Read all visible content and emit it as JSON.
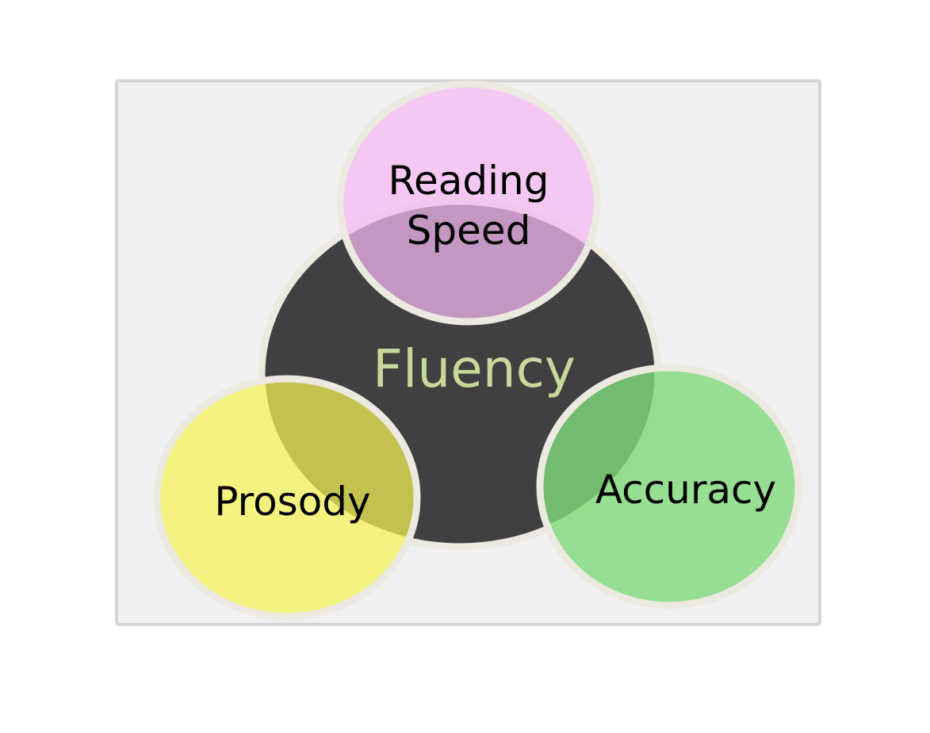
{
  "diagram": {
    "center": {
      "label": "Fluency",
      "fill": "#404040",
      "text_color": "#c7d89b"
    },
    "circles": [
      {
        "id": "reading-speed",
        "lines": [
          "Reading",
          "Speed"
        ],
        "fill": "#f5b8f3"
      },
      {
        "id": "prosody",
        "lines": [
          "Prosody"
        ],
        "fill": "#f6f455"
      },
      {
        "id": "accuracy",
        "lines": [
          "Accuracy"
        ],
        "fill": "#7fd97a"
      }
    ],
    "ring_color": "#ebe9e0",
    "panel_fill": "#f0f0f0",
    "panel_border": "#d4d4d4",
    "label_color": "#000000"
  }
}
